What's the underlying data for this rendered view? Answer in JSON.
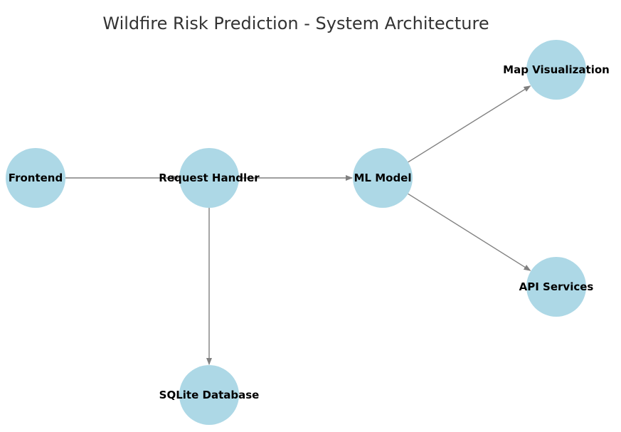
{
  "title": "Wildfire Risk Prediction - System Architecture",
  "colors": {
    "node_fill": "#add8e6",
    "edge": "#808080",
    "title": "#333333",
    "label": "#000000"
  },
  "nodes": [
    {
      "id": "frontend",
      "label": "Frontend"
    },
    {
      "id": "request-handler",
      "label": "Request Handler"
    },
    {
      "id": "ml-model",
      "label": "ML Model"
    },
    {
      "id": "map-visualization",
      "label": "Map Visualization"
    },
    {
      "id": "api-services",
      "label": "API Services"
    },
    {
      "id": "sqlite-database",
      "label": "SQLite Database"
    }
  ],
  "edges": [
    {
      "from": "frontend",
      "to": "request-handler"
    },
    {
      "from": "request-handler",
      "to": "ml-model"
    },
    {
      "from": "request-handler",
      "to": "sqlite-database"
    },
    {
      "from": "ml-model",
      "to": "map-visualization"
    },
    {
      "from": "ml-model",
      "to": "api-services"
    }
  ]
}
